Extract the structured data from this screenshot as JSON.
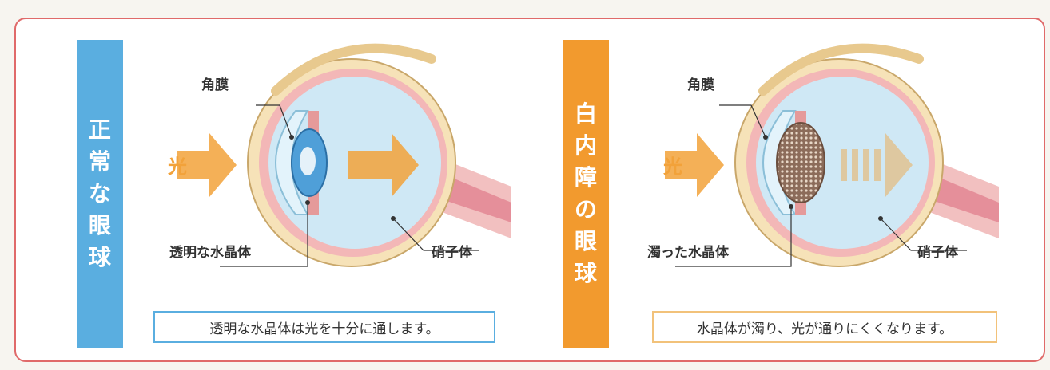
{
  "left": {
    "banner_chars": [
      "正",
      "常",
      "な",
      "眼",
      "球"
    ],
    "light": "光",
    "cornea": "角膜",
    "lens": "透明な水晶体",
    "vitreous": "硝子体",
    "caption": "透明な水晶体は光を十分に通します。",
    "banner_color": "#5aaee0"
  },
  "right": {
    "banner_chars": [
      "白",
      "内",
      "障",
      "の",
      "眼",
      "球"
    ],
    "light": "光",
    "cornea": "角膜",
    "lens": "濁った水晶体",
    "vitreous": "硝子体",
    "caption": "水晶体が濁り、光が通りにくくなります。",
    "banner_color": "#f29a2e"
  }
}
